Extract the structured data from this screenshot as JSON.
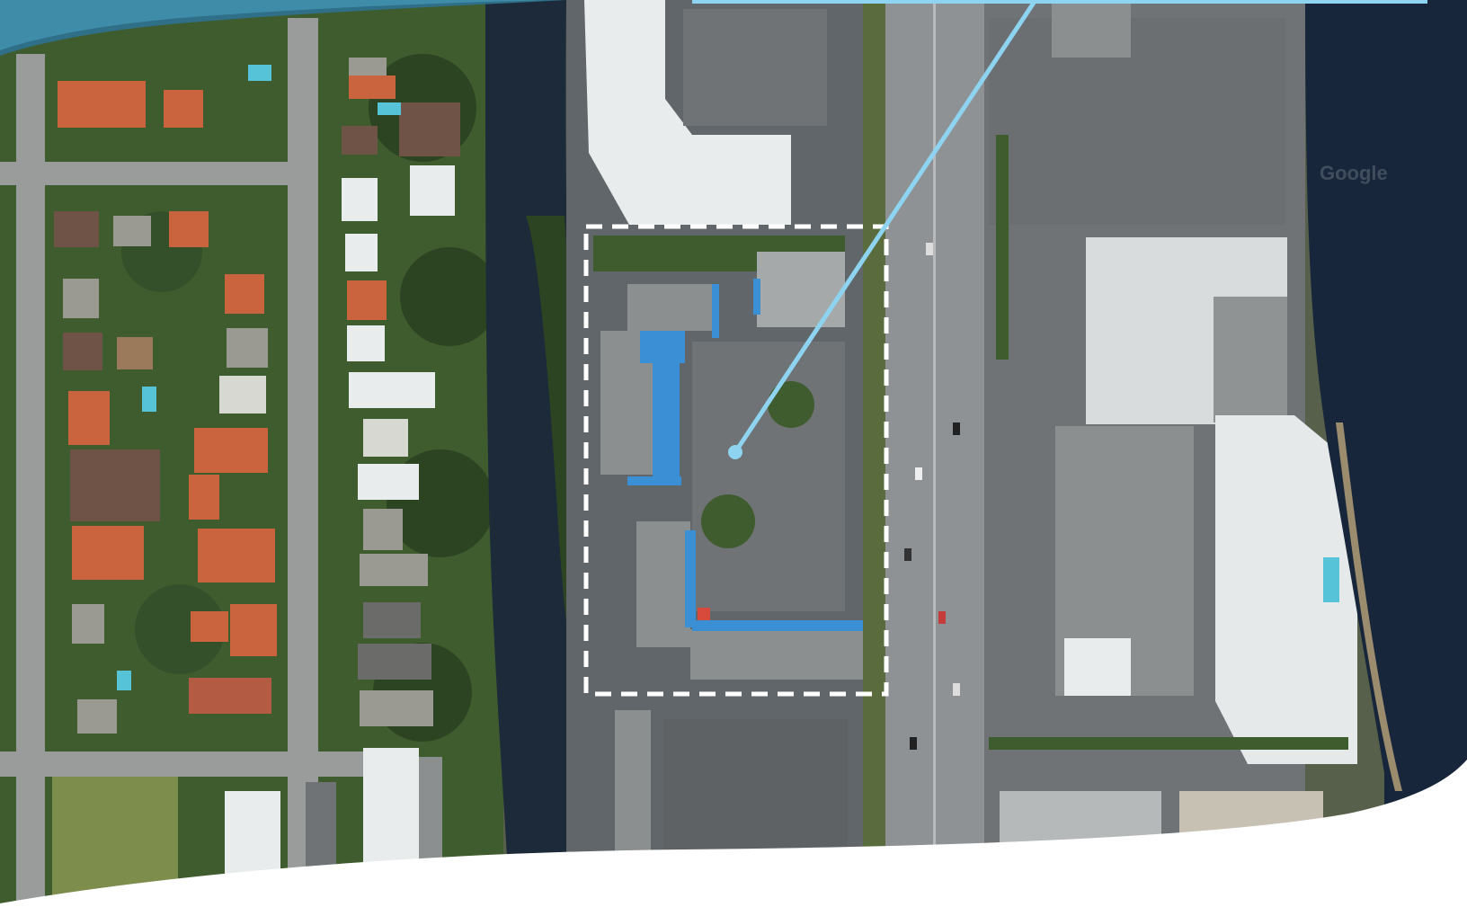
{
  "map": {
    "kind": "aerial-satellite",
    "watermark": "Google"
  },
  "colors": {
    "header_band": "#3f8ca8",
    "header_band_shadow": "#2f6f88",
    "waterway": "#1c2a3a",
    "intracoastal": "#17263a",
    "highway": "#8f9294",
    "street": "#9a9c9b",
    "tree_canopy": "#3f5c2e",
    "tree_canopy_dark": "#2c4422",
    "roof_terracotta": "#c9643f",
    "roof_white": "#e9ecec",
    "roof_gray": "#8c8f90",
    "roof_blue_trim": "#3b8fd4",
    "parking": "#6f7376",
    "field": "#7d8d4c",
    "pool": "#56c3d8",
    "selection_border": "#ffffff",
    "callout_line": "#8ed3ef",
    "bottom_wave": "#ffffff"
  },
  "selection": {
    "style": "dashed-rectangle",
    "label": ""
  },
  "callout": {
    "style": "leader-line-with-dot"
  }
}
